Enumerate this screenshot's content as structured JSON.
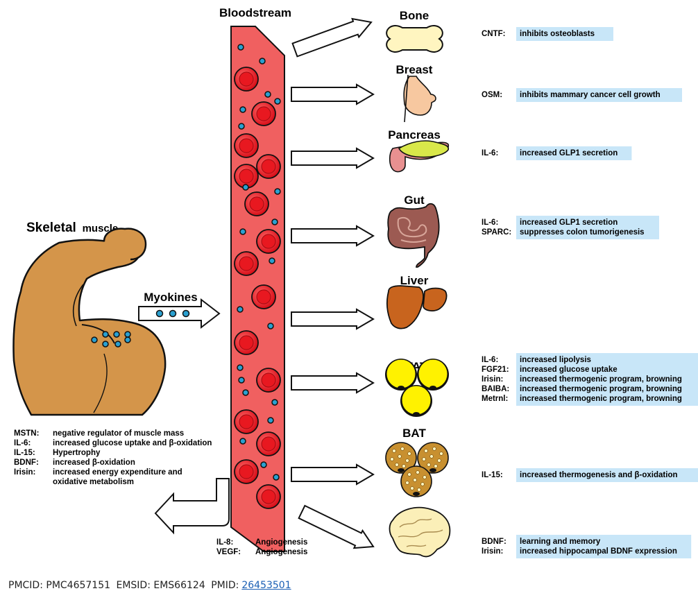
{
  "title_bloodstream": "Bloodstream",
  "muscle": {
    "title_strong": "Skeletal",
    "title_rest": "muscle",
    "myokines_label": "Myokines",
    "effects": [
      {
        "factor": "MSTN:",
        "effect": "negative regulator of muscle mass"
      },
      {
        "factor": "IL-6:",
        "effect": "increased glucose uptake and β-oxidation"
      },
      {
        "factor": "IL-15:",
        "effect": "Hypertrophy"
      },
      {
        "factor": "BDNF:",
        "effect": "increased β-oxidation"
      },
      {
        "factor": "Irisin:",
        "effect": "increased energy expenditure and"
      },
      {
        "factor": "",
        "effect": "oxidative metabolism"
      }
    ]
  },
  "vessel_effects": [
    {
      "factor": "IL-8:",
      "effect": "Angiogenesis"
    },
    {
      "factor": "VEGF:",
      "effect": "Angiogenesis"
    }
  ],
  "organs": [
    {
      "name": "Bone",
      "rows": [
        {
          "factor": "CNTF:",
          "effect": "inhibits osteoblasts"
        }
      ]
    },
    {
      "name": "Breast",
      "rows": [
        {
          "factor": "OSM:",
          "effect": "inhibits mammary cancer cell growth"
        }
      ]
    },
    {
      "name": "Pancreas",
      "rows": [
        {
          "factor": "IL-6:",
          "effect": "increased GLP1 secretion"
        }
      ]
    },
    {
      "name": "Gut",
      "rows": [
        {
          "factor": "IL-6:",
          "effect": "increased GLP1 secretion"
        },
        {
          "factor": "SPARC:",
          "effect": "suppresses colon tumorigenesis"
        }
      ]
    },
    {
      "name": "Liver",
      "rows": []
    },
    {
      "name": "WAT",
      "rows": [
        {
          "factor": "IL-6:",
          "effect": "increased lipolysis"
        },
        {
          "factor": "FGF21:",
          "effect": "increased glucose uptake"
        },
        {
          "factor": "Irisin:",
          "effect": "increased thermogenic program, browning"
        },
        {
          "factor": "BAIBA:",
          "effect": "increased thermogenic program, browning"
        },
        {
          "factor": "Metrnl:",
          "effect": "increased thermogenic program, browning"
        }
      ]
    },
    {
      "name": "BAT",
      "rows": [
        {
          "factor": "IL-15:",
          "effect": "increased thermogenesis and β-oxidation"
        }
      ]
    },
    {
      "name": "Brain",
      "rows": [
        {
          "factor": "BDNF:",
          "effect": "learning and memory"
        },
        {
          "factor": "Irisin:",
          "effect": "increased hippocampal BDNF expression"
        }
      ]
    }
  ],
  "footer": {
    "pmcid": "PMCID: PMC4657151",
    "emsid": "EMSID: EMS66124",
    "pmid_label": "PMID:",
    "pmid_link": "26453501"
  },
  "colors": {
    "vessel": "#f06060",
    "rbc": "#e8141c",
    "myokine_dot": "#2aa0d0",
    "highlight": "#c8e6f8",
    "muscle": "#d4954a",
    "bone": "#fff5c0",
    "breast": "#f7c8a0",
    "pancreas_yellow": "#d9e84a",
    "pancreas_pink": "#e89090",
    "gut": "#9c5a52",
    "liver": "#c8641e",
    "wat": "#fff200",
    "bat": "#c89030",
    "brain": "#fbefb8"
  }
}
